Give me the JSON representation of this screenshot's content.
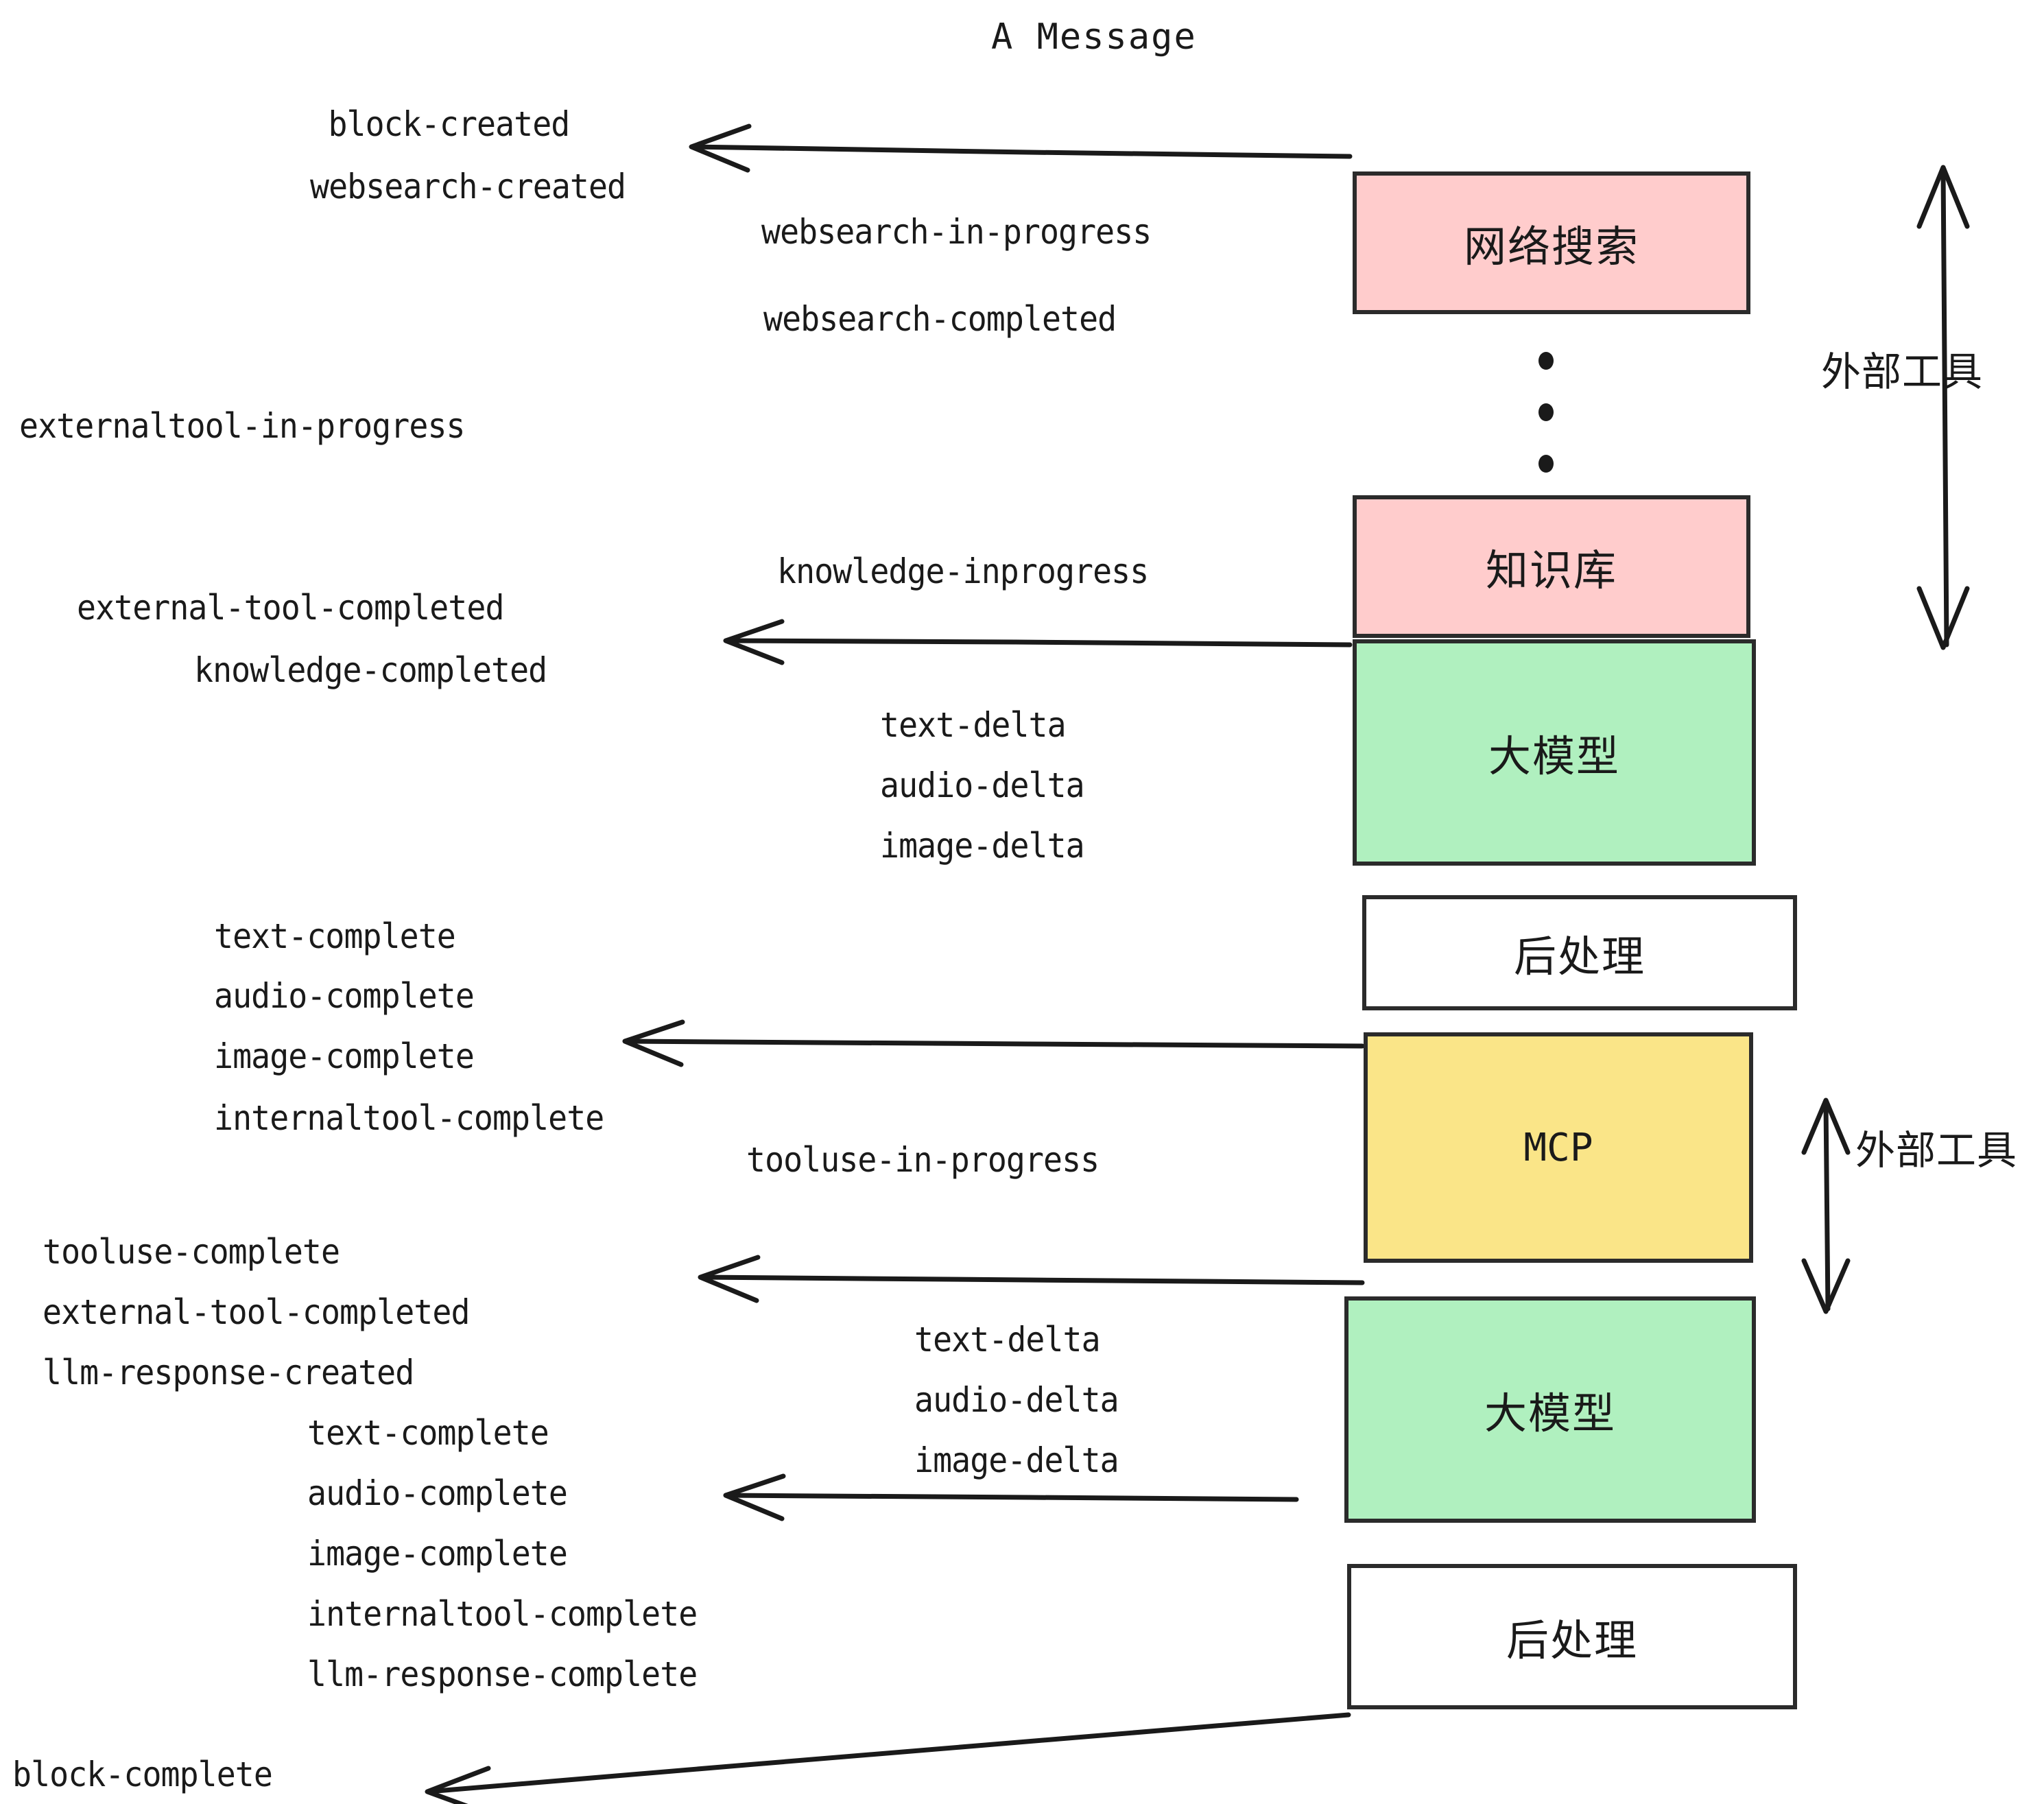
{
  "title": "A Message",
  "colors": {
    "pink": "#FFCCCC",
    "green": "#B0F0BF",
    "yellow": "#FAE588",
    "white": "#FFFFFF",
    "stroke": "#2b2b2b",
    "text": "#1a1a1a"
  },
  "boxes": [
    {
      "id": "websearch",
      "label": "网络搜索",
      "fill": "#FFCCCC"
    },
    {
      "id": "knowledge",
      "label": "知识库",
      "fill": "#FFCCCC"
    },
    {
      "id": "llm-1",
      "label": "大模型",
      "fill": "#B0F0BF"
    },
    {
      "id": "postprocess-1",
      "label": "后处理",
      "fill": "#FFFFFF"
    },
    {
      "id": "mcp",
      "label": "MCP",
      "fill": "#FAE588"
    },
    {
      "id": "llm-2",
      "label": "大模型",
      "fill": "#B0F0BF"
    },
    {
      "id": "postprocess-2",
      "label": "后处理",
      "fill": "#FFFFFF"
    }
  ],
  "side_labels": [
    {
      "id": "external-tool-top",
      "label": "外部工具"
    },
    {
      "id": "external-tool-bottom",
      "label": "外部工具"
    }
  ],
  "events": [
    {
      "id": "block-created",
      "text": "block-created"
    },
    {
      "id": "websearch-created",
      "text": "websearch-created"
    },
    {
      "id": "websearch-in-progress",
      "text": "websearch-in-progress"
    },
    {
      "id": "websearch-completed",
      "text": "websearch-completed"
    },
    {
      "id": "externaltool-in-progress",
      "text": "externaltool-in-progress"
    },
    {
      "id": "knowledge-inprogress",
      "text": "knowledge-inprogress"
    },
    {
      "id": "external-tool-completed-1",
      "text": "external-tool-completed"
    },
    {
      "id": "knowledge-completed",
      "text": "knowledge-completed"
    },
    {
      "id": "text-delta-1",
      "text": "text-delta"
    },
    {
      "id": "audio-delta-1",
      "text": "audio-delta"
    },
    {
      "id": "image-delta-1",
      "text": "image-delta"
    },
    {
      "id": "text-complete-1",
      "text": "text-complete"
    },
    {
      "id": "audio-complete-1",
      "text": "audio-complete"
    },
    {
      "id": "image-complete-1",
      "text": "image-complete"
    },
    {
      "id": "internaltool-complete-1",
      "text": "internaltool-complete"
    },
    {
      "id": "tooluse-in-progress",
      "text": "tooluse-in-progress"
    },
    {
      "id": "tooluse-complete",
      "text": "tooluse-complete"
    },
    {
      "id": "external-tool-completed-2",
      "text": "external-tool-completed"
    },
    {
      "id": "llm-response-created",
      "text": "llm-response-created"
    },
    {
      "id": "text-complete-2",
      "text": "text-complete"
    },
    {
      "id": "text-delta-2",
      "text": "text-delta"
    },
    {
      "id": "audio-delta-2",
      "text": "audio-delta"
    },
    {
      "id": "image-delta-2",
      "text": "image-delta"
    },
    {
      "id": "audio-complete-2",
      "text": "audio-complete"
    },
    {
      "id": "image-complete-2",
      "text": "image-complete"
    },
    {
      "id": "internaltool-complete-2",
      "text": "internaltool-complete"
    },
    {
      "id": "llm-response-complete",
      "text": "llm-response-complete"
    },
    {
      "id": "block-complete",
      "text": "block-complete"
    }
  ]
}
